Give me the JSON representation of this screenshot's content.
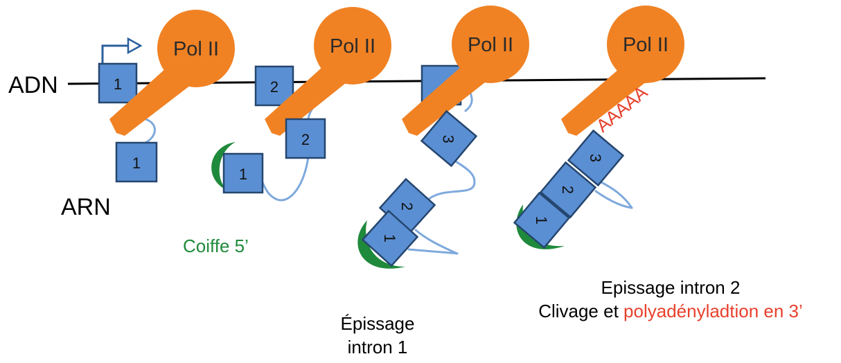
{
  "labels": {
    "dna": "ADN",
    "rna": "ARN",
    "pol_name": "Pol II",
    "cap": "Coiffe 5’",
    "polyA_tail": "AAAAA",
    "splicing1_line1": "Épissage",
    "splicing1_line2": "intron 1",
    "splicing2_line1": "Epissage intron 2",
    "cleavage_prefix": "Clivage et ",
    "cleavage_red": "polyadényladtion en 3’"
  },
  "exons": {
    "one": "1",
    "two": "2",
    "three": "3"
  },
  "colors": {
    "polymerase": "#f08224",
    "exon": "#5b8fd3",
    "cap": "#1f8a3b",
    "polyA": "#e8402c",
    "rna": "#7ea9dc",
    "dna": "#000000"
  }
}
